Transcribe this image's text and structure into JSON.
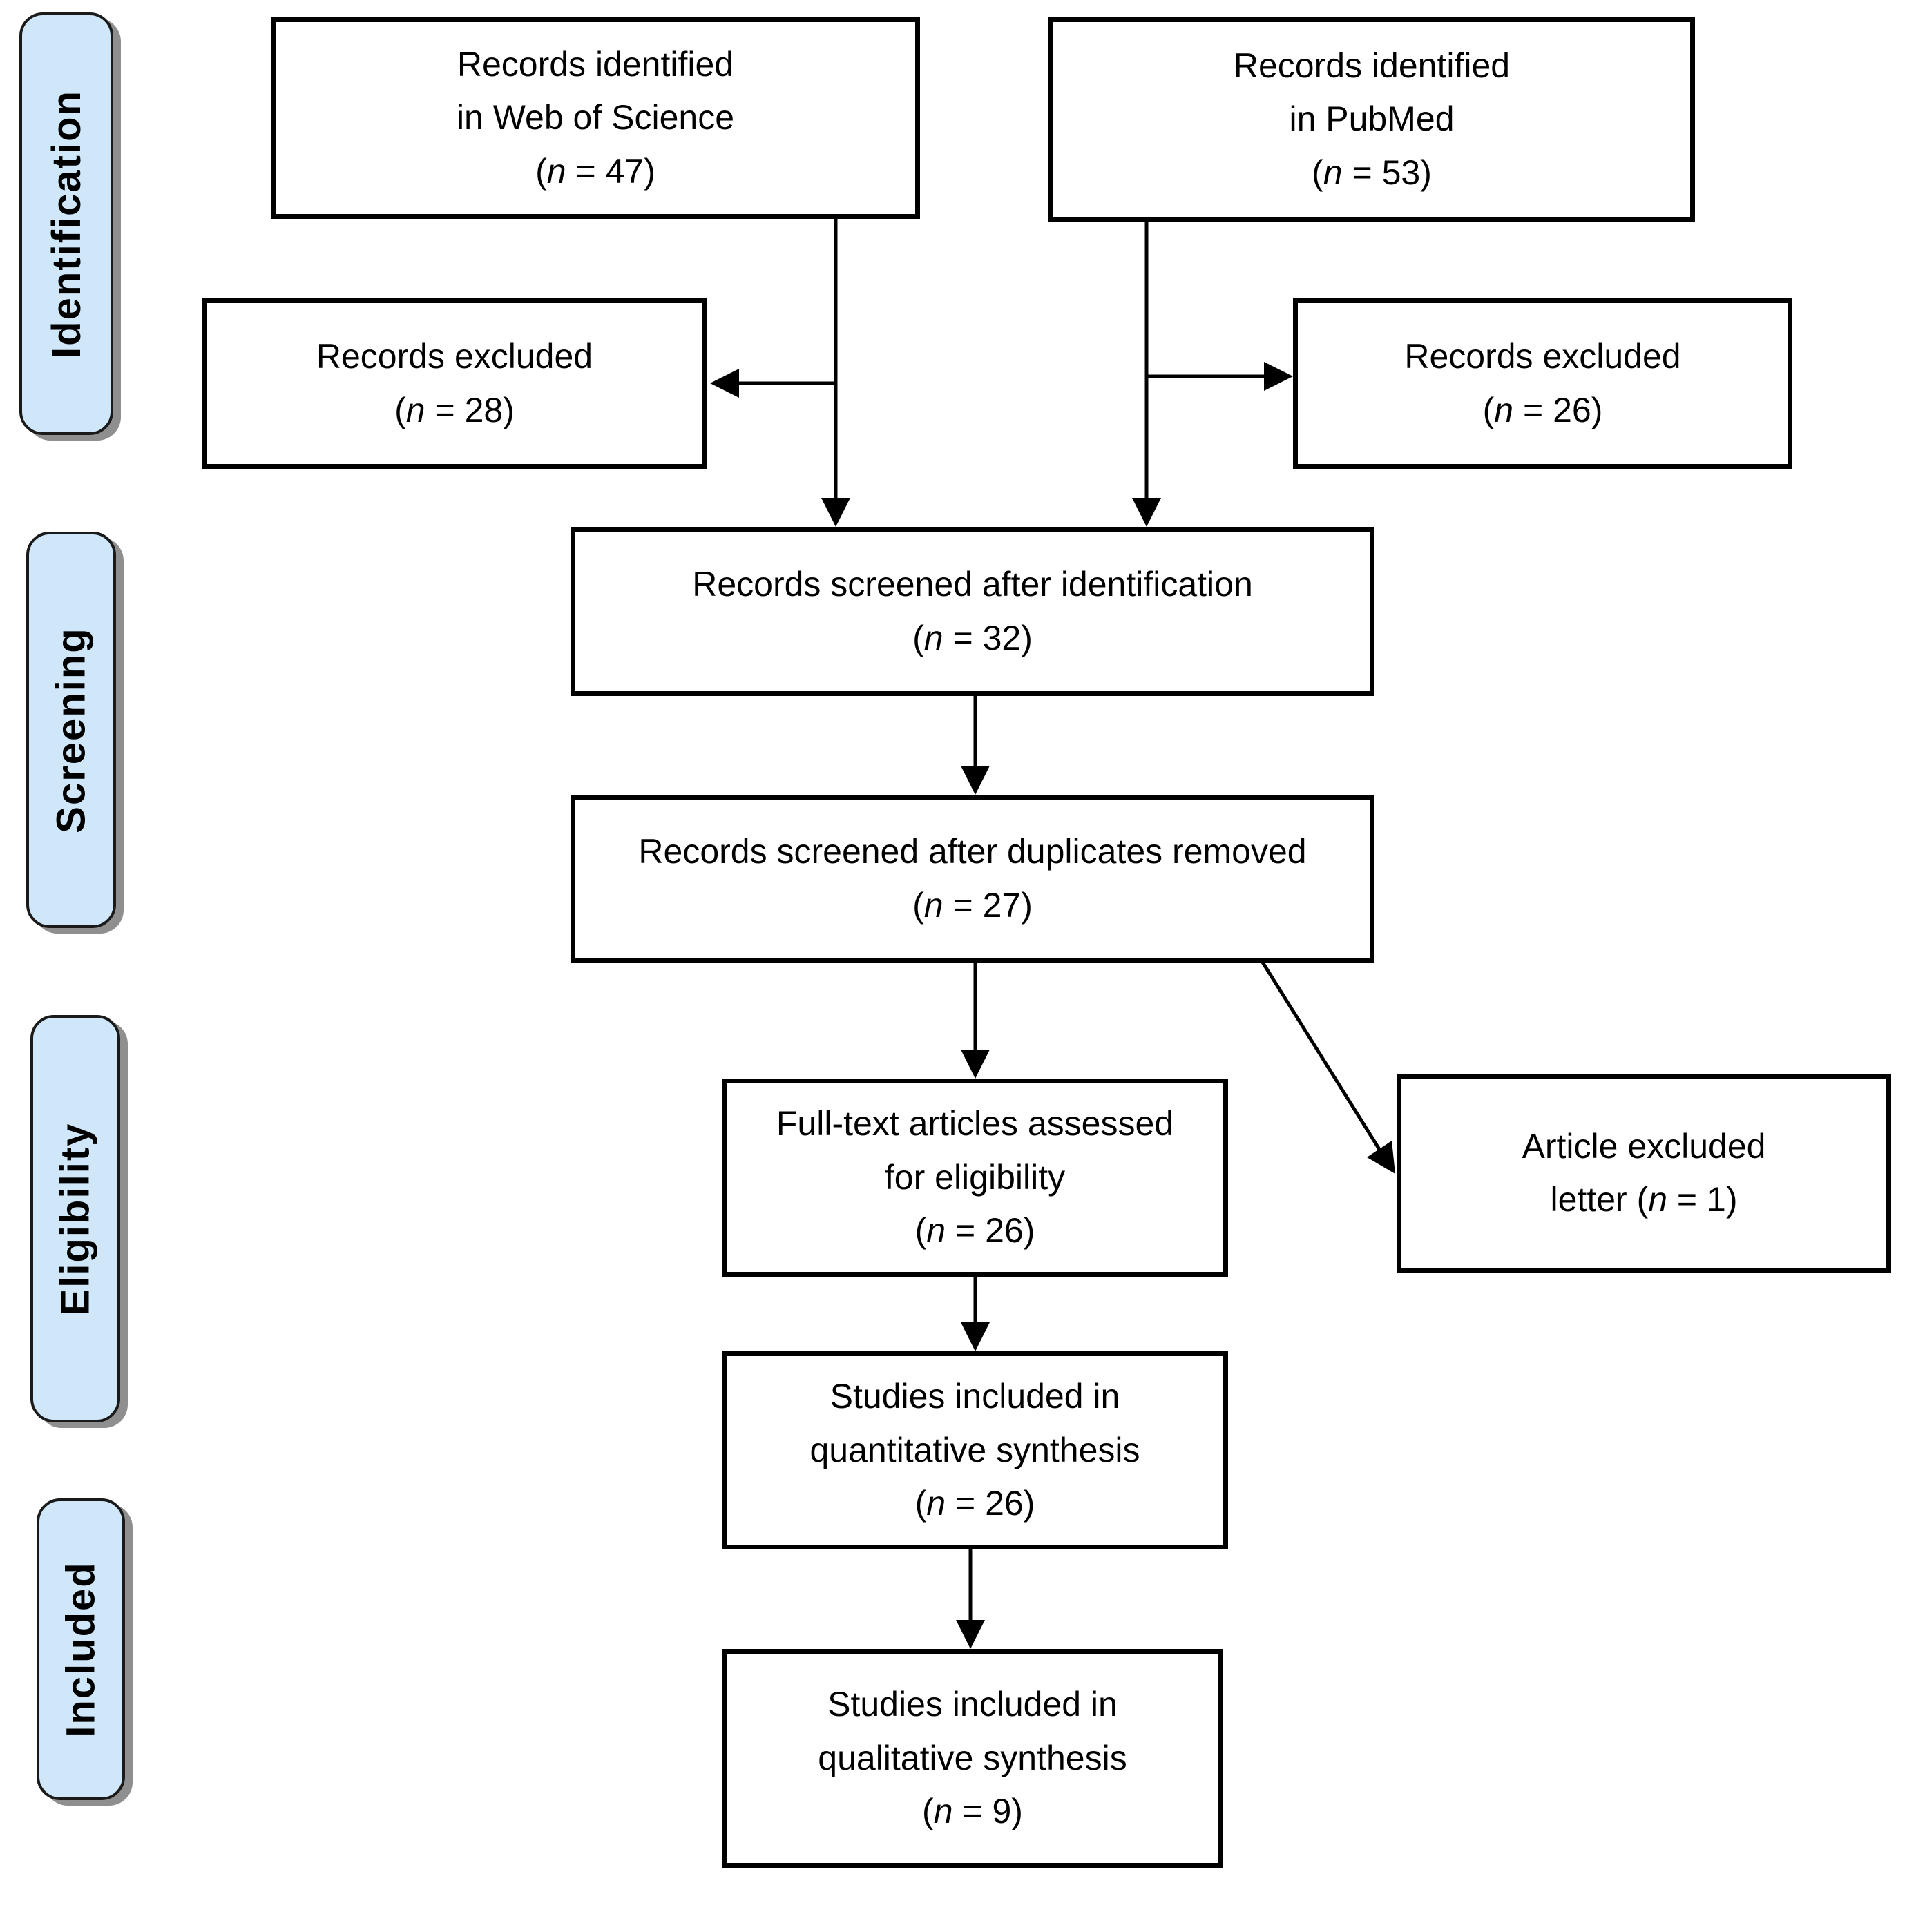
{
  "stages": [
    {
      "label": "Identification"
    },
    {
      "label": "Screening"
    },
    {
      "label": "Eligibility"
    },
    {
      "label": "Included"
    }
  ],
  "boxes": {
    "wos": {
      "lines": [
        "Records identified",
        "in Web of Science"
      ],
      "count": [
        "(",
        "n",
        " = 47)"
      ]
    },
    "pubmed": {
      "lines": [
        "Records identified",
        "in PubMed"
      ],
      "count": [
        "(",
        "n",
        " = 53)"
      ]
    },
    "excluded_left": {
      "lines": [
        "Records excluded"
      ],
      "count": [
        "(",
        "n",
        " = 28)"
      ]
    },
    "excluded_right": {
      "lines": [
        "Records excluded"
      ],
      "count": [
        "(",
        "n",
        " = 26)"
      ]
    },
    "screened_identification": {
      "lines": [
        "Records screened after identification"
      ],
      "count": [
        "(",
        "n",
        " = 32)"
      ]
    },
    "screened_duplicates": {
      "lines": [
        "Records screened after duplicates removed"
      ],
      "count": [
        "(",
        "n",
        " = 27)"
      ]
    },
    "fulltext": {
      "lines": [
        "Full-text articles assessed",
        "for eligibility"
      ],
      "count": [
        "(",
        "n",
        " = 26)"
      ]
    },
    "article_excluded": {
      "lines": [
        "Article excluded"
      ],
      "count": [
        "letter (",
        "n",
        " = 1)"
      ]
    },
    "quantitative": {
      "lines": [
        "Studies included in",
        "quantitative synthesis"
      ],
      "count": [
        "(",
        "n",
        " = 26)"
      ]
    },
    "qualitative": {
      "lines": [
        "Studies included in",
        "qualitative synthesis"
      ],
      "count": [
        "(",
        "n",
        " = 9)"
      ]
    }
  },
  "colors": {
    "stage_fill": "#cfe7f8",
    "stage_border": "#1a1a1a",
    "stage_shadow": "#8f8f8f",
    "box_border": "#000000",
    "arrow": "#000000",
    "text": "#000000",
    "background": "#ffffff"
  }
}
